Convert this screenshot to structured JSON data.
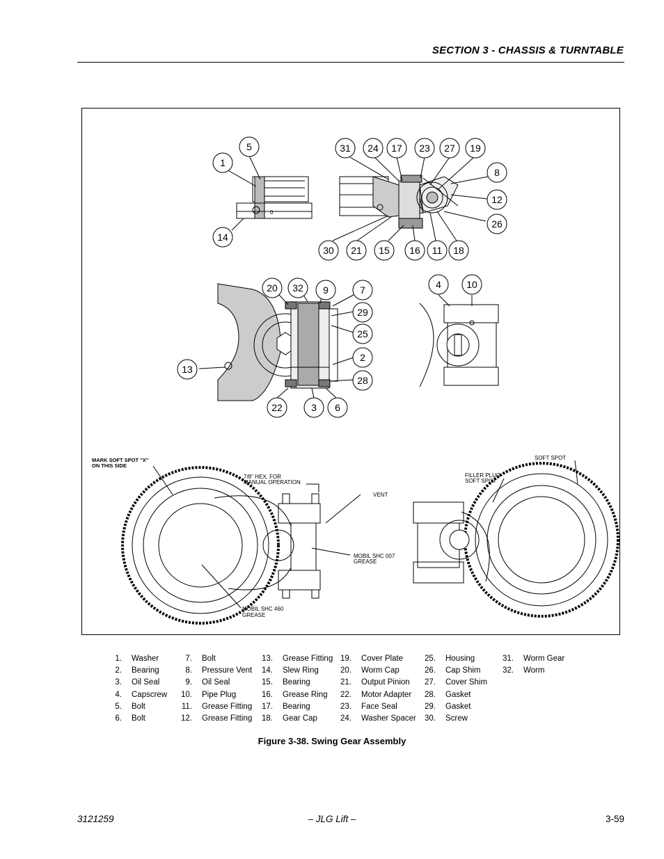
{
  "header": {
    "section_title": "SECTION 3 - CHASSIS & TURNTABLE"
  },
  "figure": {
    "callouts_top_left": [
      "5",
      "1",
      "14"
    ],
    "callouts_top_right_row1": [
      "31",
      "24",
      "17",
      "23",
      "27",
      "19"
    ],
    "callouts_top_right_side": [
      "8",
      "12",
      "26"
    ],
    "callouts_top_right_row2": [
      "30",
      "21",
      "15",
      "16",
      "11",
      "18"
    ],
    "callouts_middle_left": [
      "20",
      "32",
      "9",
      "7",
      "29",
      "25",
      "2",
      "28",
      "13",
      "22",
      "3",
      "6"
    ],
    "callouts_middle_right": [
      "4",
      "10"
    ],
    "notes": {
      "mark_soft_spot_1": "MARK SOFT SPOT \"X\"",
      "mark_soft_spot_2": "ON THIS SIDE",
      "hex_1": "7/8\" HEX, FOR",
      "hex_2": "MANUAL OPERATION",
      "vent": "VENT",
      "grease007_1": "MOBIL SHC 007",
      "grease007_2": "GREASE",
      "grease460_1": "MOBIL SHC 460",
      "grease460_2": "GREASE",
      "soft_spot": "SOFT SPOT",
      "filler_1": "FILLER PLUG",
      "filler_2": "SOFT SPOT"
    }
  },
  "legend": [
    [
      {
        "num": "1.",
        "label": "Washer"
      },
      {
        "num": "2.",
        "label": "Bearing"
      },
      {
        "num": "3.",
        "label": "Oil Seal"
      },
      {
        "num": "4.",
        "label": "Capscrew"
      },
      {
        "num": "5.",
        "label": "Bolt"
      },
      {
        "num": "6.",
        "label": "Bolt"
      }
    ],
    [
      {
        "num": "7.",
        "label": "Bolt"
      },
      {
        "num": "8.",
        "label": "Pressure Vent"
      },
      {
        "num": "9.",
        "label": "Oil Seal"
      },
      {
        "num": "10.",
        "label": "Pipe Plug"
      },
      {
        "num": "11.",
        "label": "Grease Fitting"
      },
      {
        "num": "12.",
        "label": "Grease Fitting"
      }
    ],
    [
      {
        "num": "13.",
        "label": "Grease Fitting"
      },
      {
        "num": "14.",
        "label": "Slew Ring"
      },
      {
        "num": "15.",
        "label": "Bearing"
      },
      {
        "num": "16.",
        "label": "Grease Ring"
      },
      {
        "num": "17.",
        "label": "Bearing"
      },
      {
        "num": "18.",
        "label": "Gear Cap"
      }
    ],
    [
      {
        "num": "19.",
        "label": "Cover Plate"
      },
      {
        "num": "20.",
        "label": "Worm Cap"
      },
      {
        "num": "21.",
        "label": "Output Pinion"
      },
      {
        "num": "22.",
        "label": "Motor Adapter"
      },
      {
        "num": "23.",
        "label": "Face Seal"
      },
      {
        "num": "24.",
        "label": "Washer Spacer"
      }
    ],
    [
      {
        "num": "25.",
        "label": "Housing"
      },
      {
        "num": "26.",
        "label": "Cap Shim"
      },
      {
        "num": "27.",
        "label": "Cover Shim"
      },
      {
        "num": "28.",
        "label": "Gasket"
      },
      {
        "num": "29.",
        "label": "Gasket"
      },
      {
        "num": "30.",
        "label": "Screw"
      }
    ],
    [
      {
        "num": "31.",
        "label": "Worm Gear"
      },
      {
        "num": "32.",
        "label": "Worm"
      }
    ]
  ],
  "caption": "Figure 3-38.  Swing Gear Assembly",
  "footer": {
    "left": "3121259",
    "center": "– JLG Lift –",
    "right": "3-59"
  }
}
